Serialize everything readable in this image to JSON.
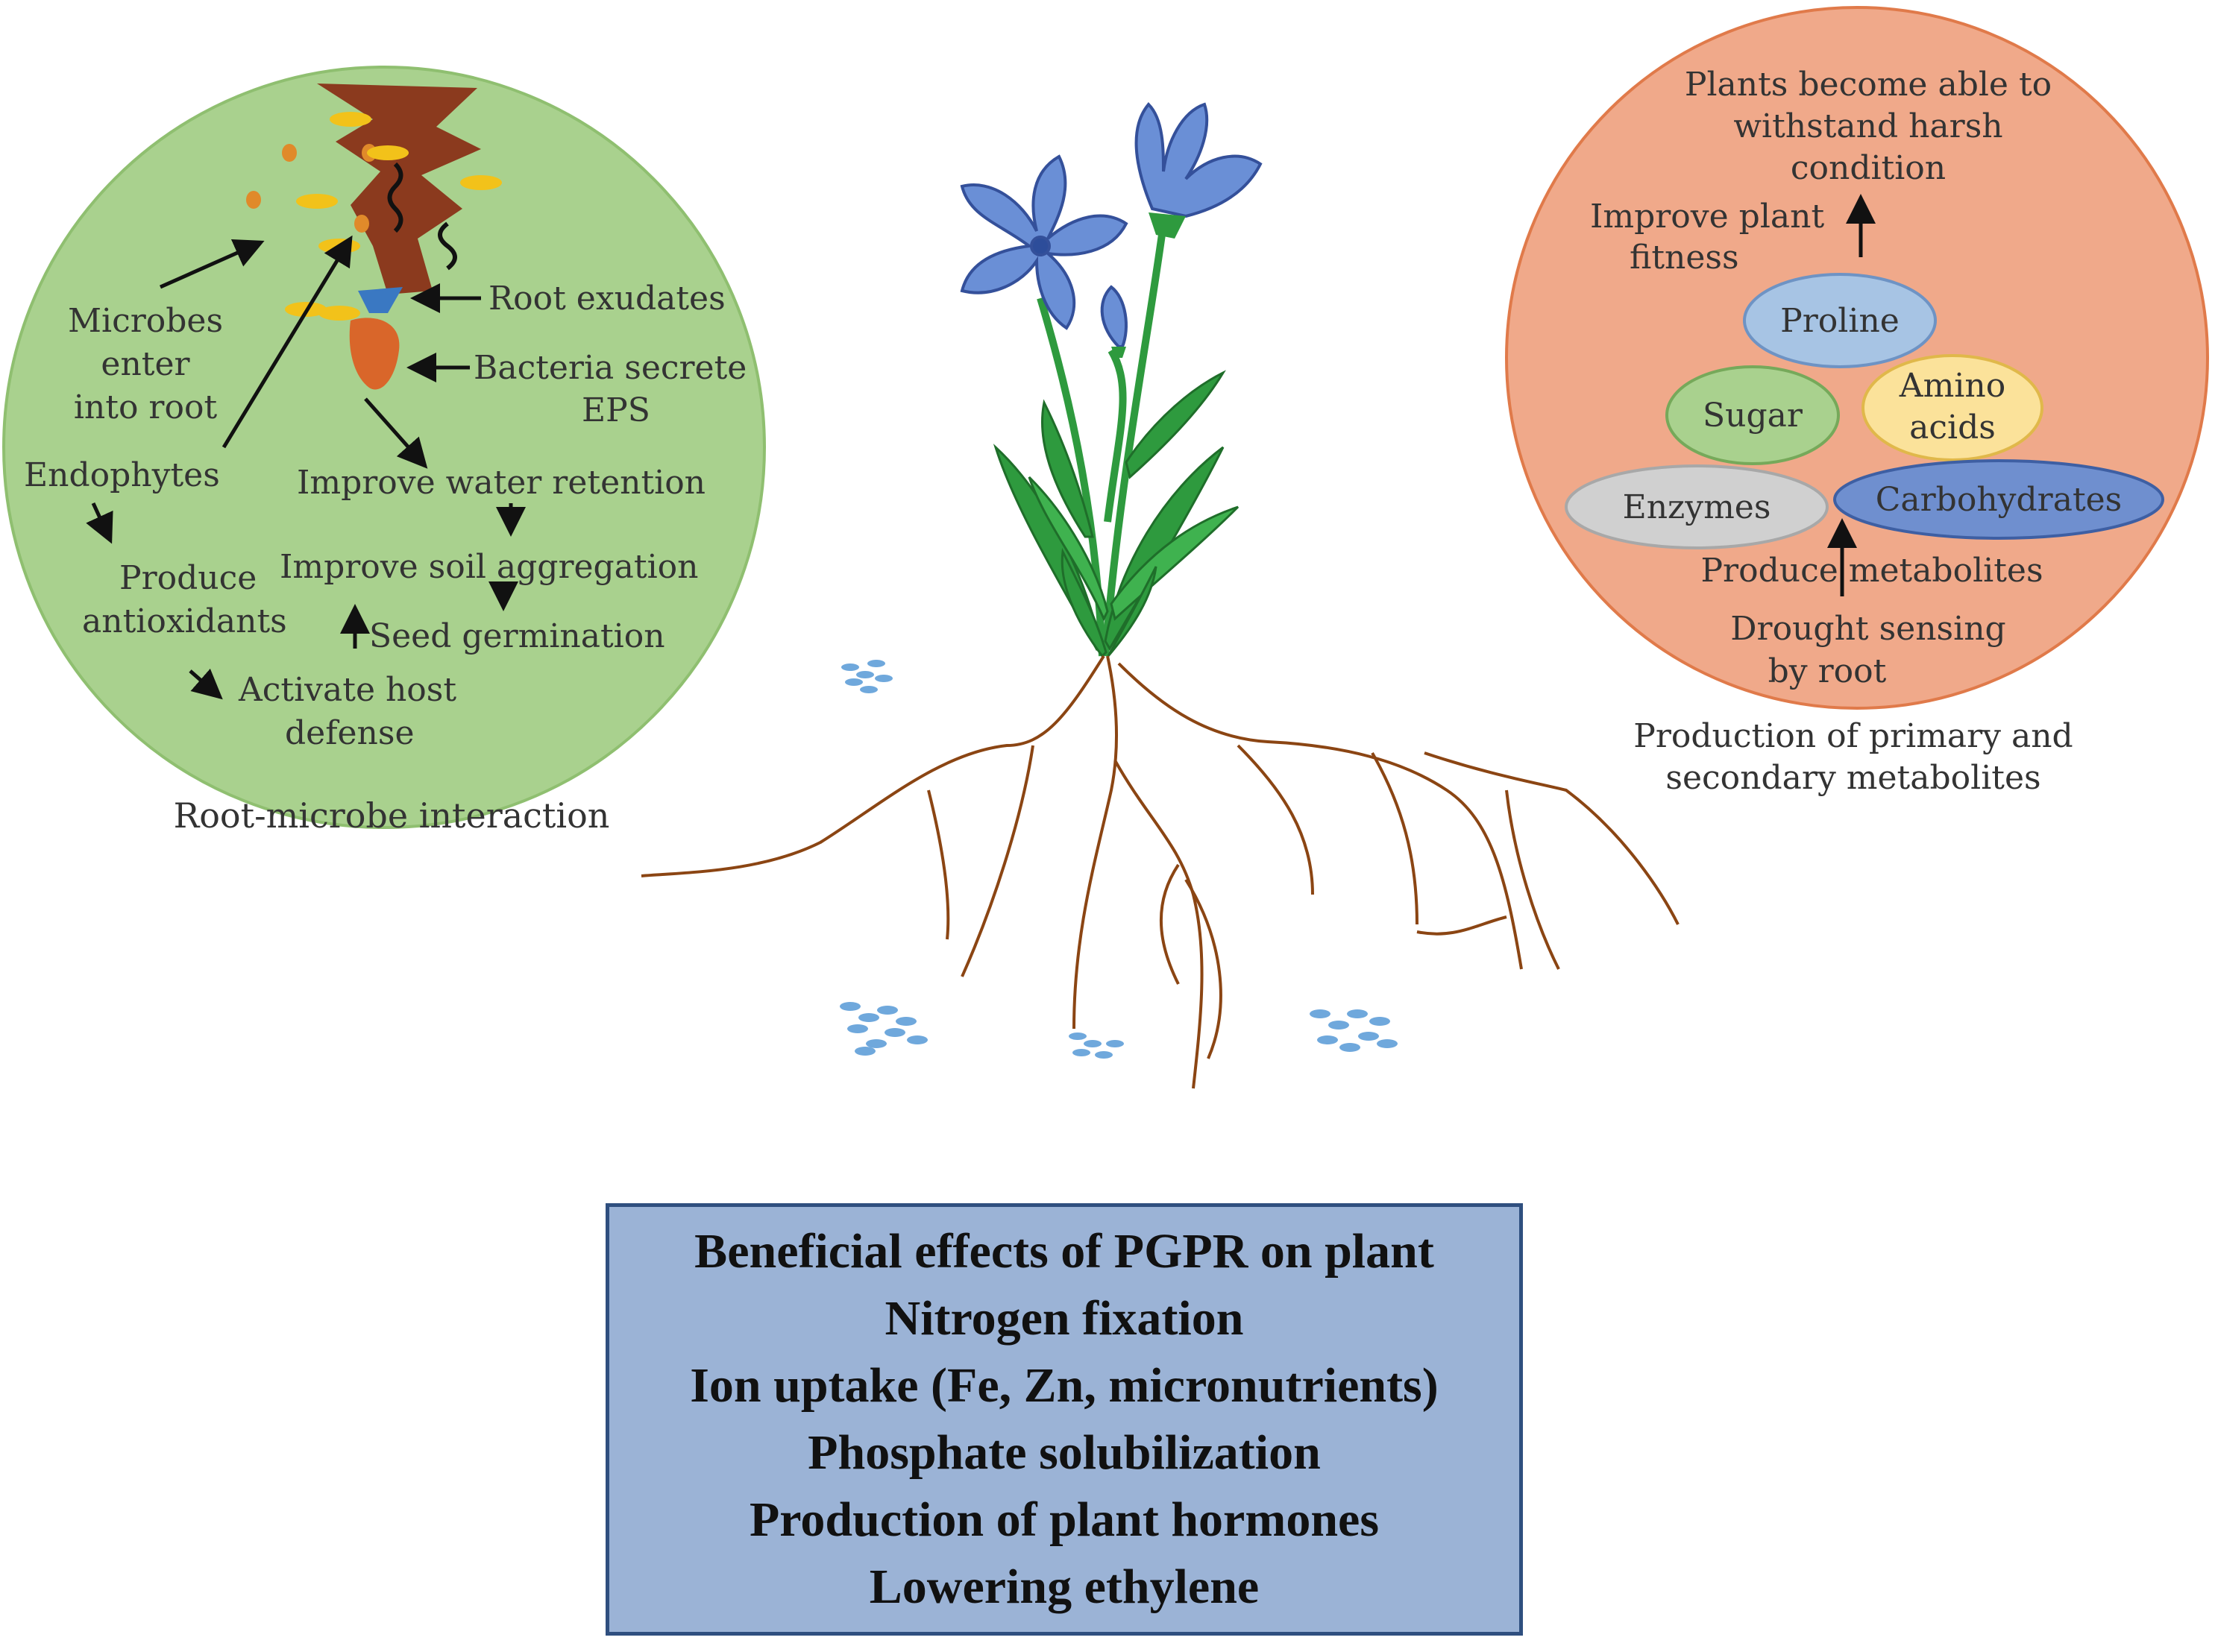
{
  "left_panel": {
    "caption": "Root-microbe interaction",
    "labels": {
      "microbes_1": "Microbes",
      "microbes_2": "enter",
      "microbes_3": "into root",
      "root_exudates": "Root exudates",
      "bacteria_secrete_1": "Bacteria secrete",
      "bacteria_secrete_2": "EPS",
      "endophytes": "Endophytes",
      "improve_water": "Improve water retention",
      "produce_1": "Produce",
      "produce_2": "antioxidants",
      "soil_aggregation": "Improve soil aggregation",
      "seed_germination": "Seed germination",
      "activate_1": "Activate host",
      "activate_2": "defense"
    },
    "colors": {
      "circle": "#a9d18e",
      "root": "#8b3a1e"
    }
  },
  "right_panel": {
    "caption_1": "Production of primary and",
    "caption_2": "secondary metabolites",
    "labels": {
      "withstand_1": "Plants become able to",
      "withstand_2": "withstand harsh",
      "withstand_3": "condition",
      "fitness_1": "Improve plant",
      "fitness_2": "fitness",
      "proline": "Proline",
      "sugar": "Sugar",
      "amino_1": "Amino",
      "amino_2": "acids",
      "enzymes": "Enzymes",
      "carbohydrates": "Carbohydrates",
      "produce_metabolites": "Produce metabolites",
      "drought_1": "Drought sensing",
      "drought_2": "by root"
    },
    "colors": {
      "circle": "#f0a98a",
      "proline": "#a7c4e4",
      "sugar": "#a9d18e",
      "amino": "#fbe29a",
      "enzymes": "#d0d0d0",
      "carbohydrates": "#6f8fcf"
    }
  },
  "plant": {
    "flower_color": "#6a8fd6",
    "leaf_color": "#2e9a3e",
    "root_color": "#8b4513",
    "bacteria_color": "#6fa8dc"
  },
  "benefits_box": {
    "title": "Beneficial effects of PGPR on plant",
    "items": [
      "Nitrogen fixation",
      "Ion uptake (Fe, Zn, micronutrients)",
      "Phosphate solubilization",
      "Production of plant hormones",
      "Lowering ethylene"
    ]
  }
}
